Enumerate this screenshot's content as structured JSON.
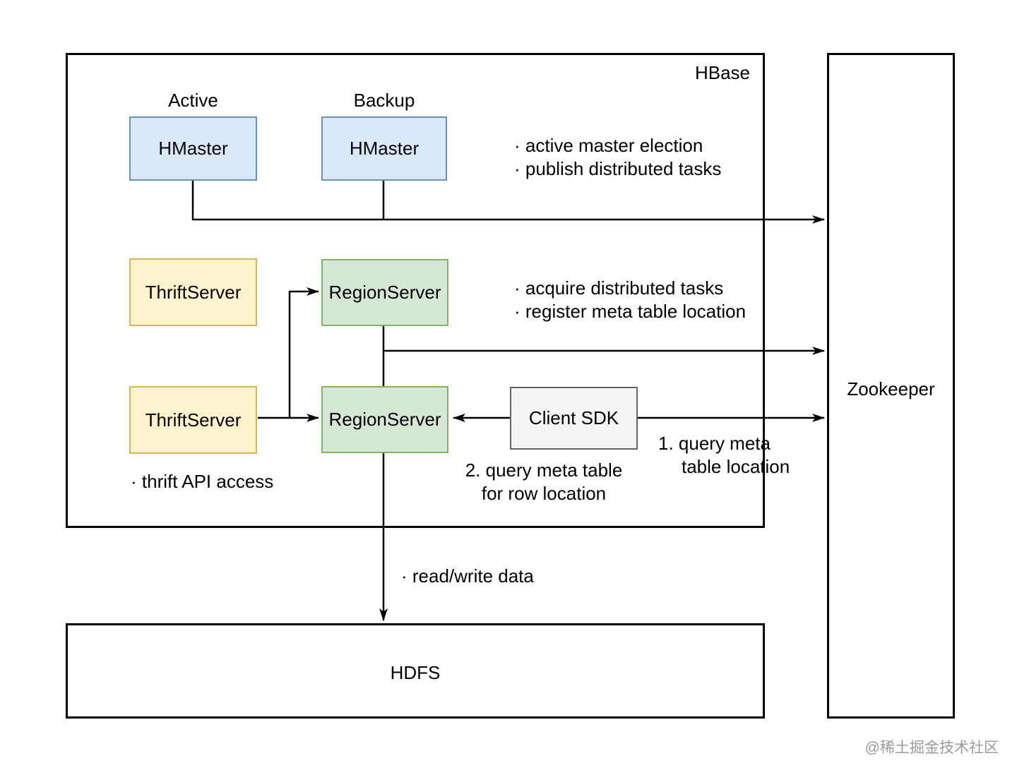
{
  "containers": {
    "hbase": {
      "label": "HBase"
    },
    "zookeeper": {
      "label": "Zookeeper"
    },
    "hdfs": {
      "label": "HDFS"
    }
  },
  "nodes": {
    "hmaster_active": {
      "caption": "Active",
      "label": "HMaster"
    },
    "hmaster_backup": {
      "caption": "Backup",
      "label": "HMaster"
    },
    "thrift_top": {
      "label": "ThriftServer"
    },
    "region_top": {
      "label": "RegionServer"
    },
    "thrift_bottom": {
      "label": "ThriftServer"
    },
    "region_bottom": {
      "label": "RegionServer"
    },
    "client_sdk": {
      "label": "Client SDK"
    }
  },
  "annotations": {
    "master_tasks": {
      "line1": "· active master election",
      "line2": "· publish distributed tasks"
    },
    "region_tasks": {
      "line1": "· acquire distributed tasks",
      "line2": "· register meta table location"
    },
    "thrift_access": {
      "text": "· thrift API access"
    },
    "query_meta_1": {
      "line1": "1. query meta",
      "line2": "table location"
    },
    "query_meta_2": {
      "line1": "2. query meta table",
      "line2": "for row location"
    },
    "read_write": {
      "text": "· read/write data"
    }
  },
  "watermark": {
    "text": "@稀土掘金技术社区"
  },
  "colors": {
    "blue_fill": "#dae8fc",
    "blue_border": "#6c8ebf",
    "yellow_fill": "#fff2cc",
    "yellow_border": "#d6b656",
    "green_fill": "#d5e8d4",
    "green_border": "#82b366",
    "gray_fill": "#f5f5f5",
    "gray_border": "#666666",
    "line": "#000000"
  }
}
